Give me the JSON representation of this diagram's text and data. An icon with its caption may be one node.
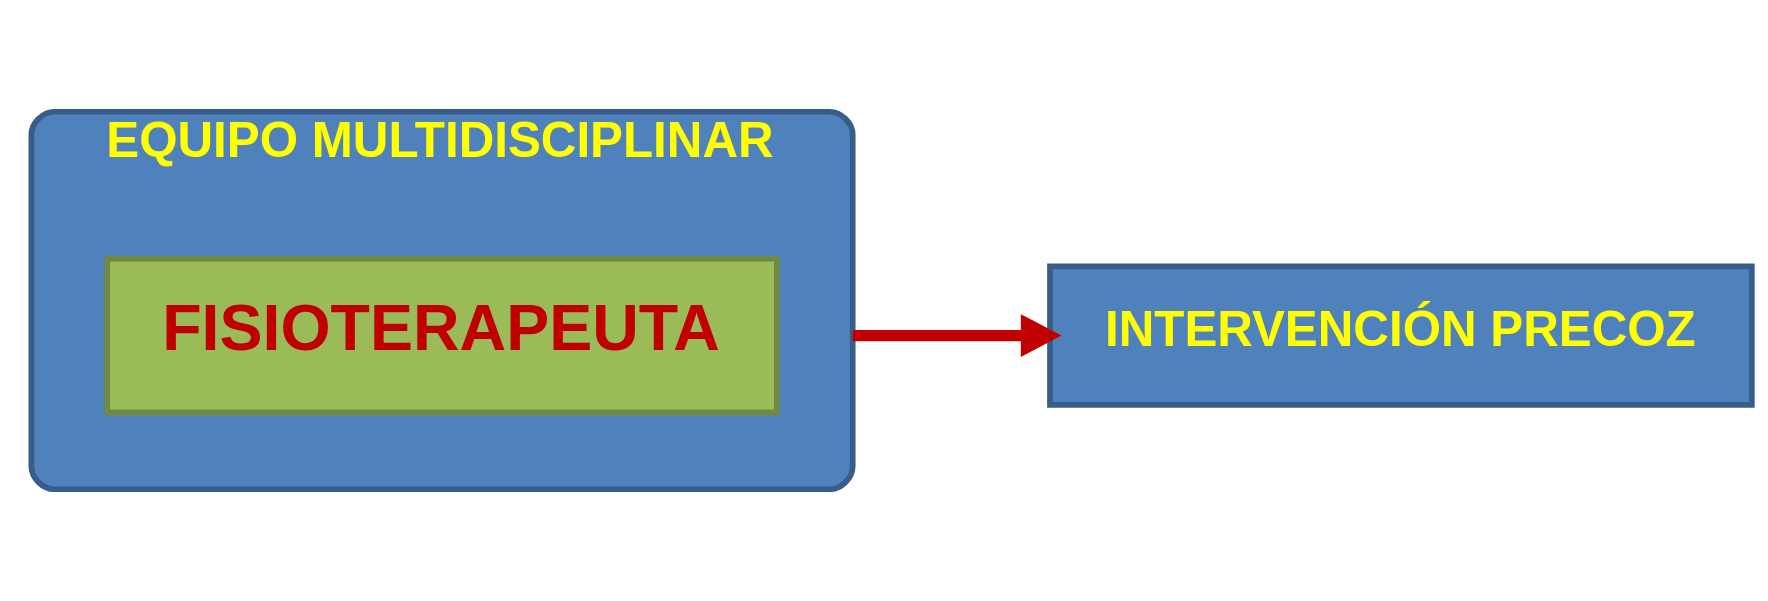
{
  "diagram": {
    "nodes": [
      {
        "text": [
          "EQUIPO MULTIDISCIPLINAR"
        ]
      },
      {
        "text": [
          "FISIOTERAPEUTA"
        ],
        "in": 0
      },
      {
        "text": [
          "INTERVENCIÓN PRECOZ"
        ]
      }
    ],
    "edges": [
      {
        "from": 0,
        "to": 2,
        "arrow": "to",
        "color": "#c00000"
      }
    ]
  }
}
